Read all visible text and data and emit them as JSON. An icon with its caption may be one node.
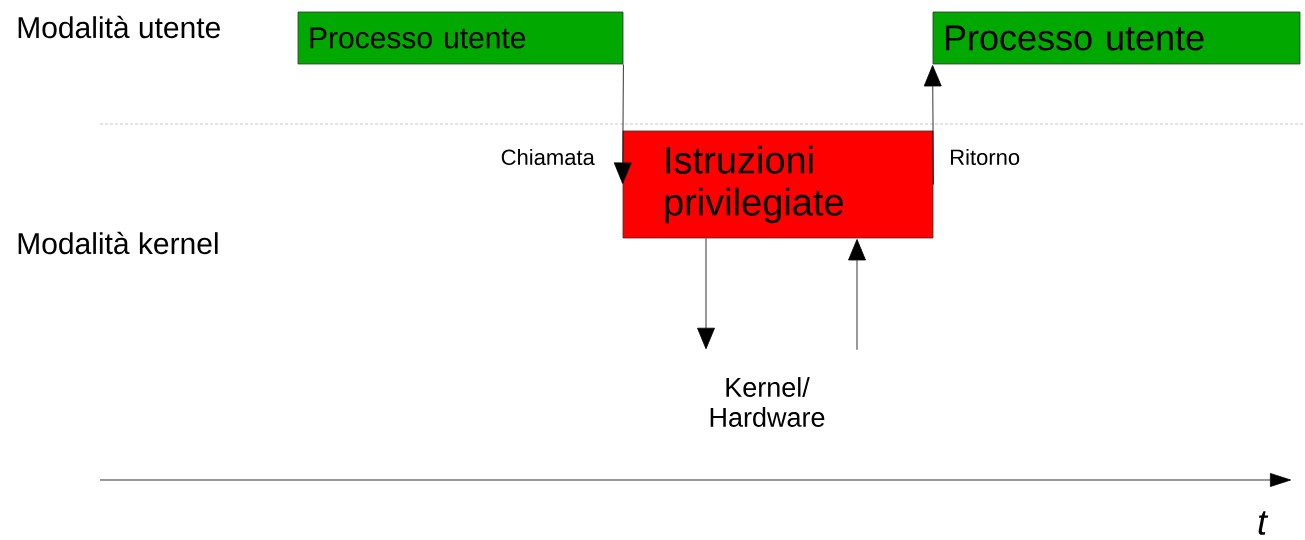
{
  "diagram": {
    "nodes": [
      {
        "text": [
          "Processo utente"
        ]
      },
      {
        "text": [
          "Istruzioni privilegiate"
        ]
      },
      {
        "text": [
          "Processo utente"
        ]
      },
      {
        "text": [
          "Kernel/ Hardware"
        ]
      }
    ],
    "edges": [
      {
        "from": 0,
        "to": 1,
        "arrow": "to",
        "label": "Chiamata"
      },
      {
        "from": 1,
        "to": 2,
        "arrow": "to",
        "label": "Ritorno"
      },
      {
        "from": 1,
        "to": 3,
        "arrow": "to"
      },
      {
        "from": 3,
        "to": 1,
        "arrow": "to"
      }
    ],
    "labels": [
      "Modalità utente",
      "Modalità kernel",
      "t"
    ]
  }
}
